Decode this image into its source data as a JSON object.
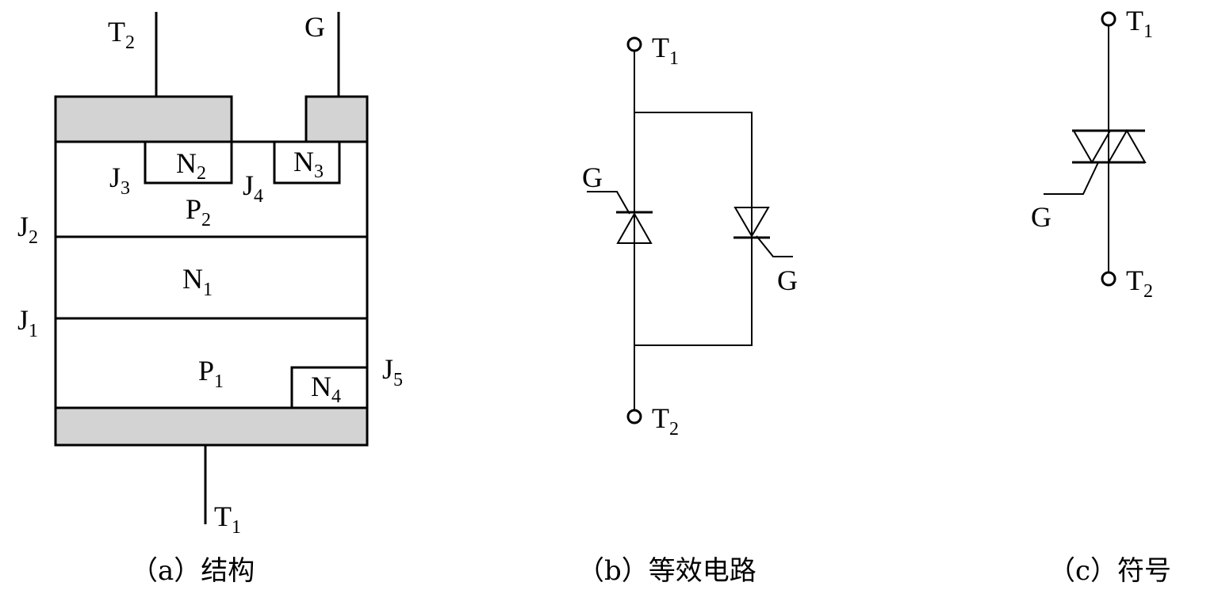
{
  "panel_a": {
    "caption": "（a）结构",
    "terminals": {
      "top_left": {
        "main": "T",
        "sub": "2"
      },
      "top_right": {
        "main": "G",
        "sub": ""
      },
      "bottom": {
        "main": "T",
        "sub": "1"
      }
    },
    "regions": [
      {
        "main": "N",
        "sub": "2"
      },
      {
        "main": "N",
        "sub": "3"
      },
      {
        "main": "P",
        "sub": "2"
      },
      {
        "main": "N",
        "sub": "1"
      },
      {
        "main": "P",
        "sub": "1"
      },
      {
        "main": "N",
        "sub": "4"
      }
    ],
    "junctions": [
      {
        "main": "J",
        "sub": "3"
      },
      {
        "main": "J",
        "sub": "4"
      },
      {
        "main": "J",
        "sub": "2"
      },
      {
        "main": "J",
        "sub": "1"
      },
      {
        "main": "J",
        "sub": "5"
      }
    ]
  },
  "panel_b": {
    "caption": "（b）等效电路",
    "terminals": {
      "top": {
        "main": "T",
        "sub": "1"
      },
      "bottom": {
        "main": "T",
        "sub": "2"
      },
      "gate_left": "G",
      "gate_right": "G"
    }
  },
  "panel_c": {
    "caption": "（c）符号",
    "terminals": {
      "top": {
        "main": "T",
        "sub": "1"
      },
      "bottom": {
        "main": "T",
        "sub": "2"
      },
      "gate": "G"
    }
  }
}
